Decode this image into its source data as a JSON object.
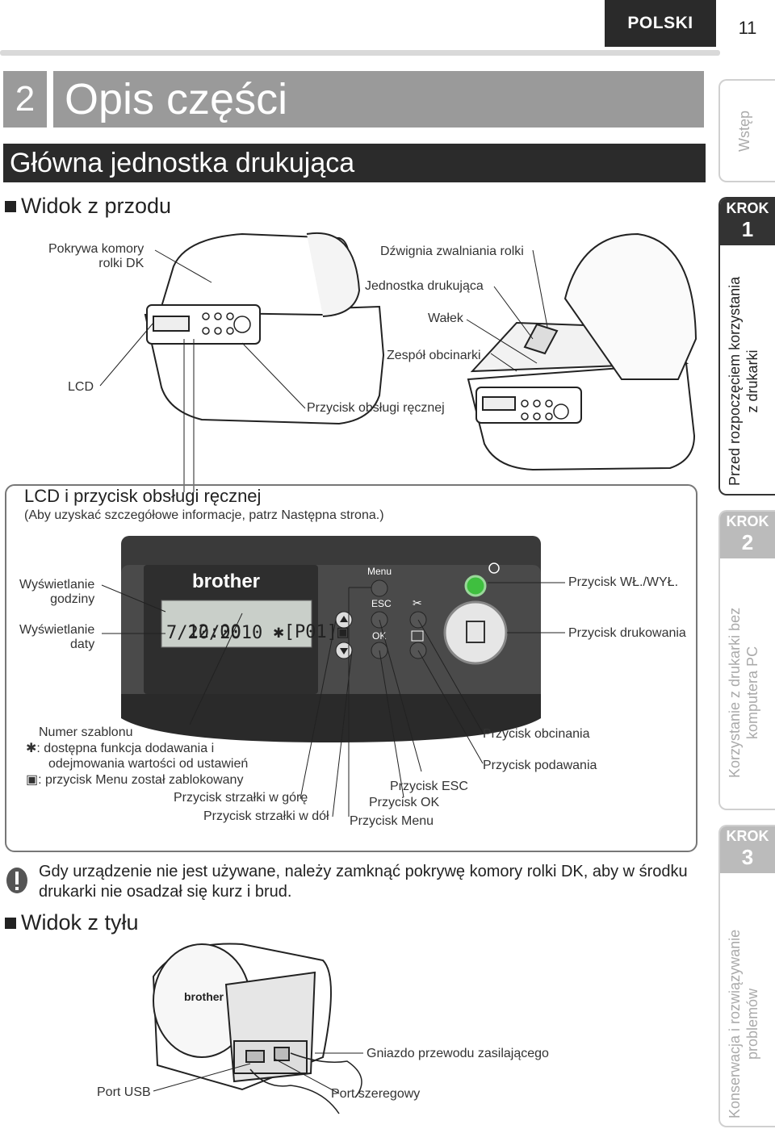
{
  "header": {
    "language": "POLSKI",
    "page_number": "11"
  },
  "section": {
    "number": "2",
    "title": "Opis części"
  },
  "subsection": {
    "title": "Główna jednostka drukująca"
  },
  "front_view": {
    "heading": "Widok z przodu",
    "labels": {
      "roll_cover": "Pokrywa komory\nrolki DK",
      "lcd": "LCD",
      "release_lever": "Dźwignia zwalniania rolki",
      "print_unit": "Jednostka drukująca",
      "roller": "Wałek",
      "cutter_unit": "Zespół obcinarki",
      "manual_button": "Przycisk obsługi ręcznej"
    }
  },
  "callout": {
    "title": "LCD i przycisk obsługi ręcznej",
    "subtitle": "(Aby uzyskać szczegółowe informacje, patrz Następna strona.)",
    "lcd_line1": "12:00   ✱[P01]🔒",
    "lcd_line1_time": "12:00",
    "lcd_line1_tpl": "✱[P01]",
    "lcd_line2": "7/20/2010",
    "brand": "brother",
    "btn_menu": "Menu",
    "btn_esc": "ESC",
    "btn_ok": "OK",
    "labels": {
      "time_display": "Wyświetlanie\ngodziny",
      "date_display": "Wyświetlanie\ndaty",
      "power_button": "Przycisk WŁ./WYŁ.",
      "print_button": "Przycisk drukowania",
      "template_number": "Numer szablonu",
      "template_star": ": dostępna funkcja dodawania i",
      "template_star2": "odejmowania wartości od ustawień",
      "template_lock": ": przycisk Menu został zablokowany",
      "up_button": "Przycisk strzałki w górę",
      "down_button": "Przycisk strzałki w dół",
      "cut_button": "Przycisk obcinania",
      "feed_button": "Przycisk podawania",
      "esc_button": "Przycisk ESC",
      "ok_button": "Przycisk OK",
      "menu_button": "Przycisk Menu"
    }
  },
  "note": {
    "text": "Gdy urządzenie nie jest używane, należy zamknąć pokrywę komory rolki DK, aby w środku drukarki nie osadzał się kurz i brud."
  },
  "rear_view": {
    "heading": "Widok z tyłu",
    "labels": {
      "power_socket": "Gniazdo przewodu zasilającego",
      "usb_port": "Port USB",
      "serial_port": "Port szeregowy"
    },
    "brand": "brother"
  },
  "sidebar": {
    "intro": "Wstęp",
    "steps": [
      {
        "krok": "KROK",
        "num": "1",
        "text1": "Przed rozpoczęciem korzystania",
        "text2": "z drukarki"
      },
      {
        "krok": "KROK",
        "num": "2",
        "text1": "Korzystanie z drukarki bez",
        "text2": "komputera PC"
      },
      {
        "krok": "KROK",
        "num": "3",
        "text1": "Konserwacja i rozwiązywanie",
        "text2": "problemów"
      }
    ]
  }
}
